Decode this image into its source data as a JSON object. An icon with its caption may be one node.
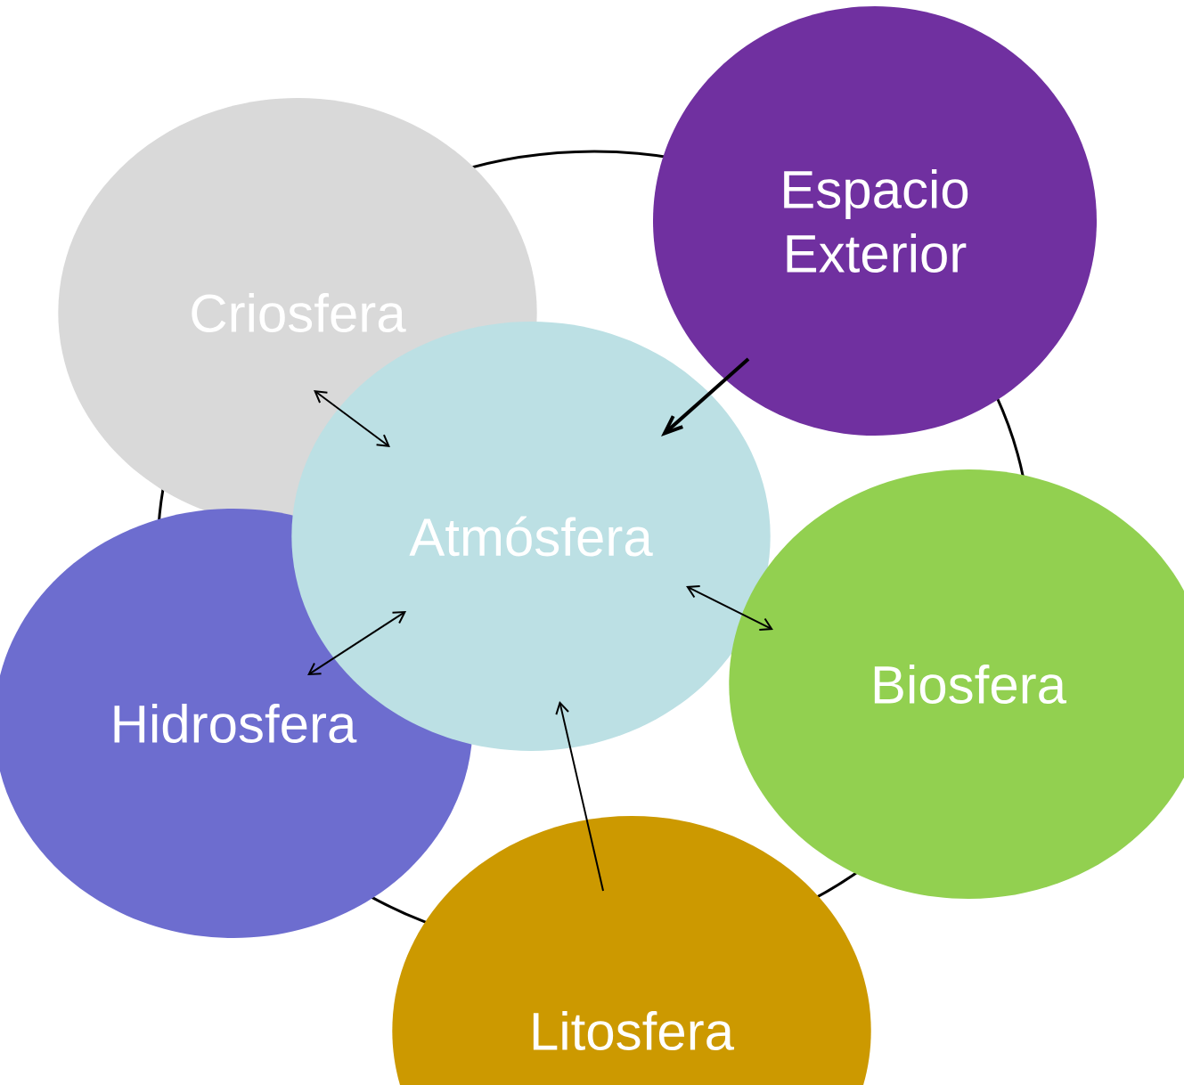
{
  "diagram": {
    "nodes": [
      {
        "text": [
          "Espacio Exterior"
        ]
      },
      {
        "text": [
          "Criosfera"
        ]
      },
      {
        "text": [
          "Atmósfera"
        ]
      },
      {
        "text": [
          "Biosfera"
        ]
      },
      {
        "text": [
          "Hidrosfera"
        ]
      },
      {
        "text": [
          "Litosfera"
        ]
      }
    ],
    "edges": [
      {
        "from": 0,
        "to": 2,
        "arrow": "to",
        "style": "thick"
      },
      {
        "from": 1,
        "to": 2,
        "arrow": "both"
      },
      {
        "from": 2,
        "to": 3,
        "arrow": "both"
      },
      {
        "from": 4,
        "to": 2,
        "arrow": "both"
      },
      {
        "from": 5,
        "to": 2,
        "arrow": "to"
      }
    ]
  }
}
